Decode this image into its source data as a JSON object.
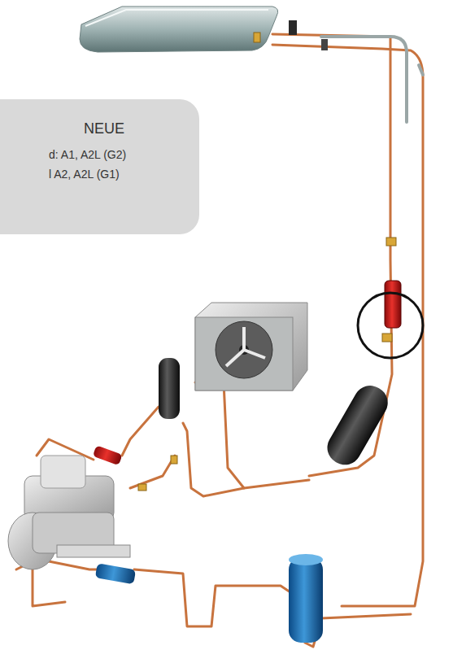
{
  "diagram": {
    "nodes": [
      {
        "text": [
          "NEUE",
          "d: A1, A2L (G2)",
          "l A2, A2L (G1)"
        ]
      }
    ]
  }
}
